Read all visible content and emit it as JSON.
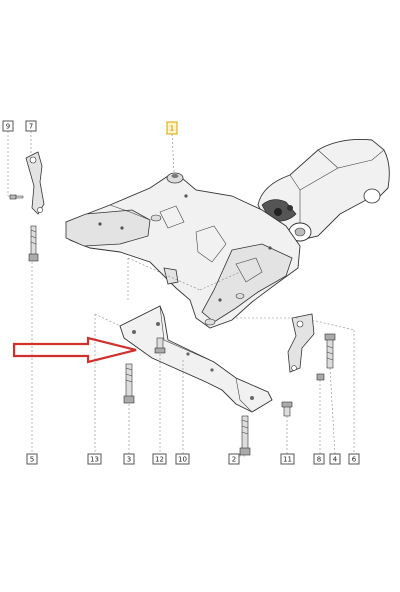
{
  "callouts": [
    {
      "id": "c9",
      "label": "9"
    },
    {
      "id": "c7",
      "label": "7"
    },
    {
      "id": "c1",
      "label": "1"
    },
    {
      "id": "c5",
      "label": "5"
    },
    {
      "id": "c13",
      "label": "13"
    },
    {
      "id": "c3",
      "label": "3"
    },
    {
      "id": "c12",
      "label": "12"
    },
    {
      "id": "c10",
      "label": "10"
    },
    {
      "id": "c2",
      "label": "2"
    },
    {
      "id": "c11",
      "label": "11"
    },
    {
      "id": "c8",
      "label": "8"
    },
    {
      "id": "c4",
      "label": "4"
    },
    {
      "id": "c6",
      "label": "6"
    }
  ],
  "colors": {
    "arrow": "#d0312d",
    "highlight_callout": "#e0b400"
  }
}
